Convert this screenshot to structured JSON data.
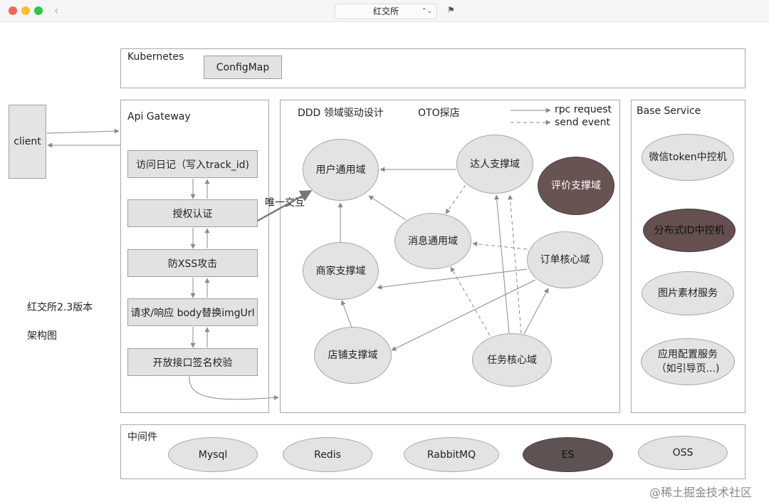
{
  "window": {
    "title": "红交所"
  },
  "diagram": {
    "k8s": {
      "label": "Kubernetes",
      "configmap": "ConfigMap"
    },
    "client": "client",
    "gateway": {
      "label": "Api Gateway",
      "steps": [
        "访问日记（写入track_id)",
        "授权认证",
        "防XSS攻击",
        "请求/响应 body替换imgUrl",
        "开放接口签名校验"
      ]
    },
    "ddd": {
      "label": "DDD 领域驱动设计",
      "sub": "OTO探店",
      "legend_rpc": "rpc request",
      "legend_event": "send event",
      "only_interaction": "唯一交互",
      "domains": {
        "user": "用户通用域",
        "daren": "达人支撑域",
        "review": "评价支撑域",
        "message": "消息通用域",
        "order": "订单核心域",
        "merchant": "商家支撑域",
        "shop": "店铺支撑域",
        "task": "任务核心域"
      }
    },
    "base": {
      "label": "Base Service",
      "items": [
        "微信token中控机",
        "分布式ID中控机",
        "图片素材服务",
        "应用配置服务",
        "（如引导页...)"
      ]
    },
    "middleware": {
      "label": "中间件",
      "items": [
        "Mysql",
        "Redis",
        "RabbitMQ",
        "ES",
        "OSS"
      ]
    },
    "version_note": "红交所2.3版本",
    "arch_note": "架构图"
  },
  "watermark": "@稀土掘金技术社区"
}
